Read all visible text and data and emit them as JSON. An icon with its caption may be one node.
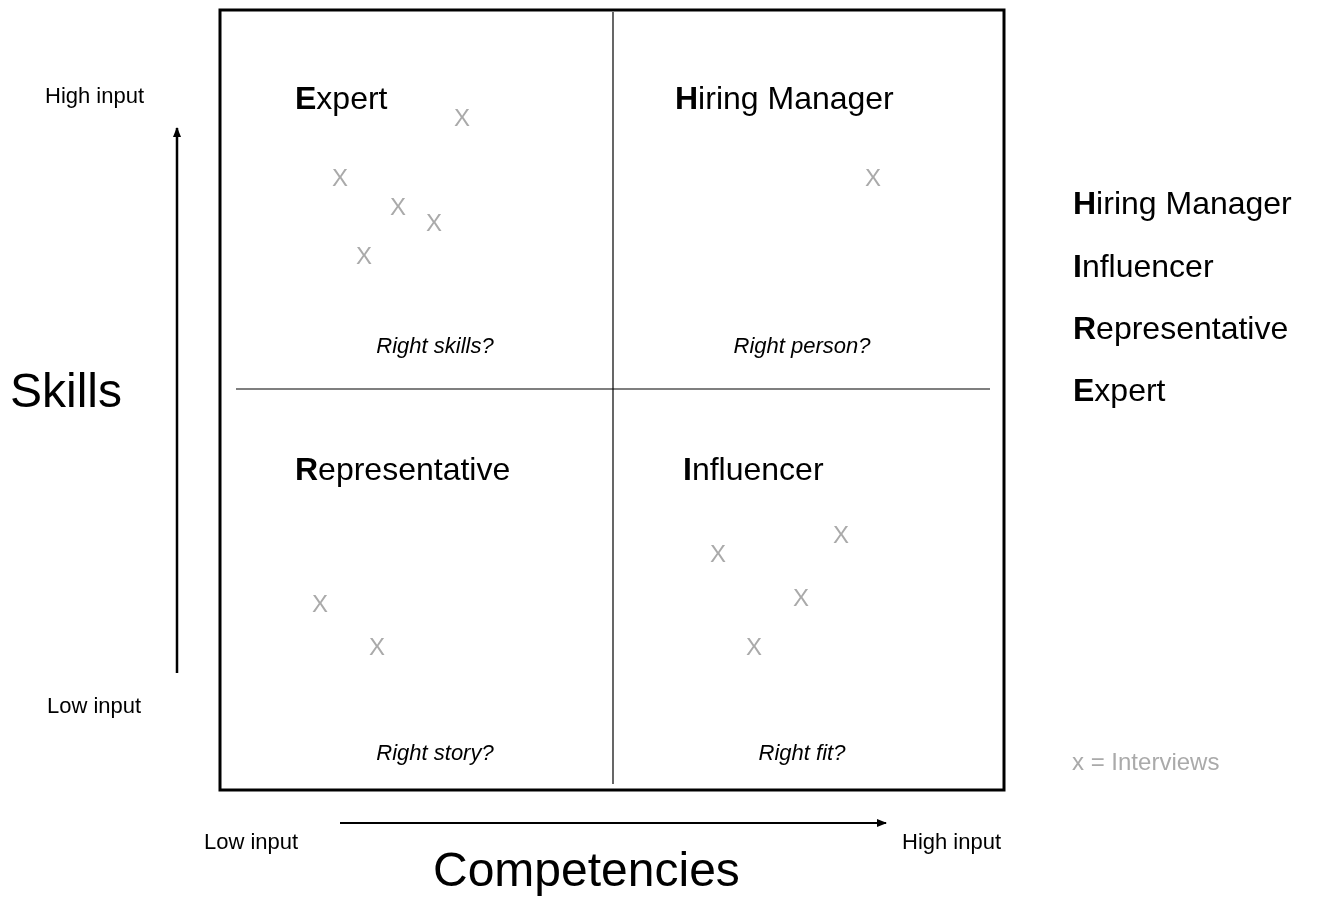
{
  "diagram": {
    "nodes": [
      {
        "text": [
          "**E**xpert",
          "Right skills?"
        ]
      },
      {
        "text": [
          "**H**iring Manager",
          "Right person?"
        ]
      },
      {
        "text": [
          "**R**epresentative",
          "Right story?"
        ]
      },
      {
        "text": [
          "**I**nfluencer",
          "Right fit?"
        ]
      }
    ],
    "edges": [],
    "labels": [
      "High input",
      "X",
      "X",
      "X",
      "**H**iring Manager",
      "X",
      "X",
      "X",
      "**I**nfluencer",
      "**R**epresentative",
      "Skills",
      "**E**xpert",
      "X",
      "X",
      "X",
      "X",
      "X",
      "X",
      "Low input",
      "x = Interviews",
      "Low input",
      "High input",
      "Competencies"
    ]
  }
}
